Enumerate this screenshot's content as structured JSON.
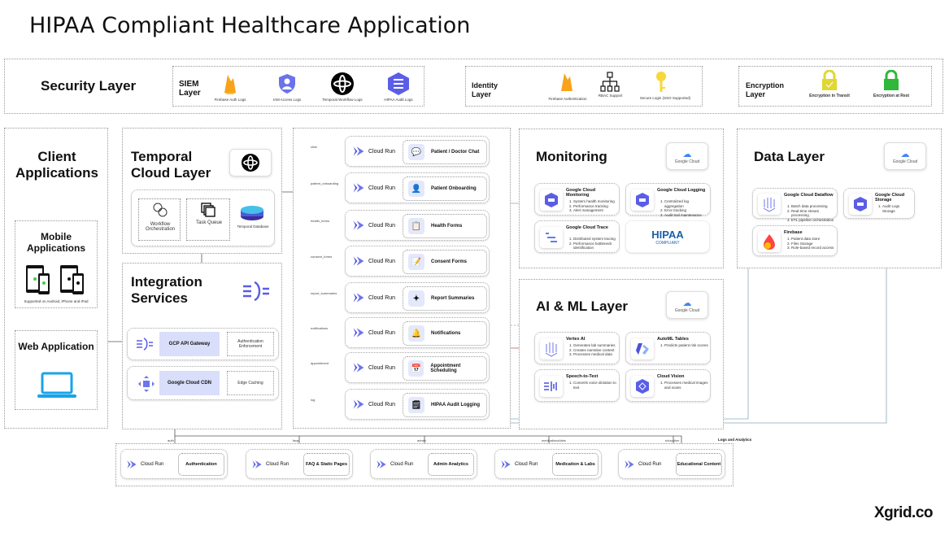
{
  "title": "HIPAA Compliant Healthcare Application",
  "brand": "Xgrid.co",
  "security": {
    "title": "Security Layer",
    "siem": {
      "title": "SIEM Layer",
      "items": [
        "Firebase Auth Logs",
        "IAM Access Logs",
        "Temporal Workflow Logs",
        "HIPAA Audit Logs"
      ]
    },
    "identity": {
      "title": "Identity Layer",
      "items": [
        "Firebase Authentication",
        "RBAC Support",
        "Secure Login (SSO Supported)"
      ]
    },
    "encryption": {
      "title": "Encryption Layer",
      "items": [
        "Encryption in Transit",
        "Encryption at Rest"
      ]
    }
  },
  "client": {
    "title": "Client Applications",
    "mobile": "Mobile Applications",
    "mobile_note": "Supported on Android, iPhone and iPad",
    "web": "Web Application"
  },
  "temporal": {
    "title": "Temporal Cloud Layer",
    "items": [
      "Workflow Orchestration",
      "Task Queue",
      "Temporal Database"
    ]
  },
  "integration": {
    "title": "Integration Services",
    "rows": [
      {
        "name": "GCP API Gateway",
        "note": "Authentication Enforcement"
      },
      {
        "name": "Google Cloud CDN",
        "note": "Edge Caching"
      }
    ]
  },
  "services": {
    "runtime": "Cloud Run",
    "items": [
      {
        "route": "chat",
        "name": "Patient / Doctor Chat"
      },
      {
        "route": "patient_onboarding",
        "name": "Patient Onboarding"
      },
      {
        "route": "health_forms",
        "name": "Health Forms"
      },
      {
        "route": "consent_forms",
        "name": "Consent Forms"
      },
      {
        "route": "report_summaries",
        "name": "Report Summaries"
      },
      {
        "route": "notifications",
        "name": "Notifications"
      },
      {
        "route": "appointment",
        "name": "Appointment Scheduling"
      },
      {
        "route": "log",
        "name": "HIPAA Audit Logging"
      }
    ]
  },
  "google_cloud": "Google Cloud",
  "monitoring": {
    "title": "Monitoring",
    "cards": [
      {
        "name": "Google Cloud Monitoring",
        "items": [
          "System health monitoring",
          "Performance tracking",
          "Alert management"
        ]
      },
      {
        "name": "Google Cloud Logging",
        "items": [
          "Centralized log aggregation",
          "Error tracking",
          "Audit trail maintenance"
        ]
      },
      {
        "name": "Google Cloud Trace",
        "items": [
          "Distributed system tracing",
          "Performance bottleneck identification"
        ]
      }
    ],
    "hipaa": "HIPAA",
    "hipaa_sub": "COMPLIANT"
  },
  "aiml": {
    "title": "AI & ML Layer",
    "cards": [
      {
        "name": "Vertex AI",
        "items": [
          "Generates lab summaries",
          "Creates narrative content",
          "Processes medical data"
        ]
      },
      {
        "name": "AutoML Tables",
        "items": [
          "Predicts patient risk scores"
        ]
      },
      {
        "name": "Speech-to-Text",
        "items": [
          "Converts voice dictation to text"
        ]
      },
      {
        "name": "Cloud Vision",
        "items": [
          "Processes medical images and scans"
        ]
      }
    ]
  },
  "data": {
    "title": "Data Layer",
    "cards": [
      {
        "name": "Google Cloud Dataflow",
        "items": [
          "Batch data processing",
          "Real-time stream processing",
          "ETL pipeline orchestration"
        ]
      },
      {
        "name": "Google Cloud Storage",
        "items": [
          "Audit Logs Storage"
        ]
      },
      {
        "name": "Firebase",
        "items": [
          "Patient data store",
          "Files Storage",
          "Role-based record access"
        ]
      }
    ]
  },
  "bottom": {
    "logs_label": "Logs and Analytics",
    "items": [
      {
        "route": "auth",
        "name": "Authentication"
      },
      {
        "route": "faqs",
        "name": "FAQ & Static Pages"
      },
      {
        "route": "admin",
        "name": "Admin Analytics"
      },
      {
        "route": "medications/labs",
        "name": "Medication & Labs"
      },
      {
        "route": "education",
        "name": "Educational Content"
      }
    ]
  }
}
